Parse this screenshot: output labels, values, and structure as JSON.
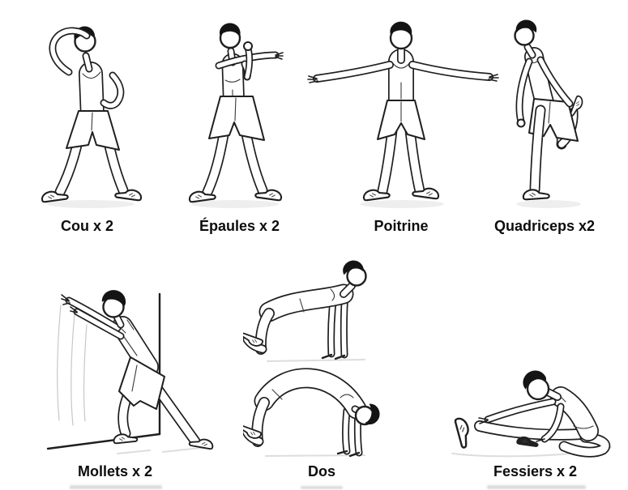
{
  "page": {
    "background_color": "#ffffff",
    "ink_color": "#1f1f1f",
    "label_color": "#0d0d0d"
  },
  "exercises": [
    {
      "id": "cou",
      "label": "Cou x 2",
      "illustration": "man-standing-side-neck-stretch-hand-over-head"
    },
    {
      "id": "epaules",
      "label": "Épaules x 2",
      "illustration": "man-standing-cross-body-shoulder-stretch"
    },
    {
      "id": "poitrine",
      "label": "Poitrine",
      "illustration": "man-standing-arms-spread-chest-stretch"
    },
    {
      "id": "quadriceps",
      "label": "Quadriceps x2",
      "illustration": "man-standing-quad-stretch-holding-foot-behind"
    },
    {
      "id": "mollets",
      "label": "Mollets x 2",
      "illustration": "man-leaning-on-wall-calf-stretch"
    },
    {
      "id": "dos",
      "label": "Dos",
      "illustration": "man-on-all-fours-cat-cow-back-stretch-two-poses"
    },
    {
      "id": "fessiers",
      "label": "Fessiers x 2",
      "illustration": "man-seated-forward-reach-glute-stretch"
    }
  ]
}
